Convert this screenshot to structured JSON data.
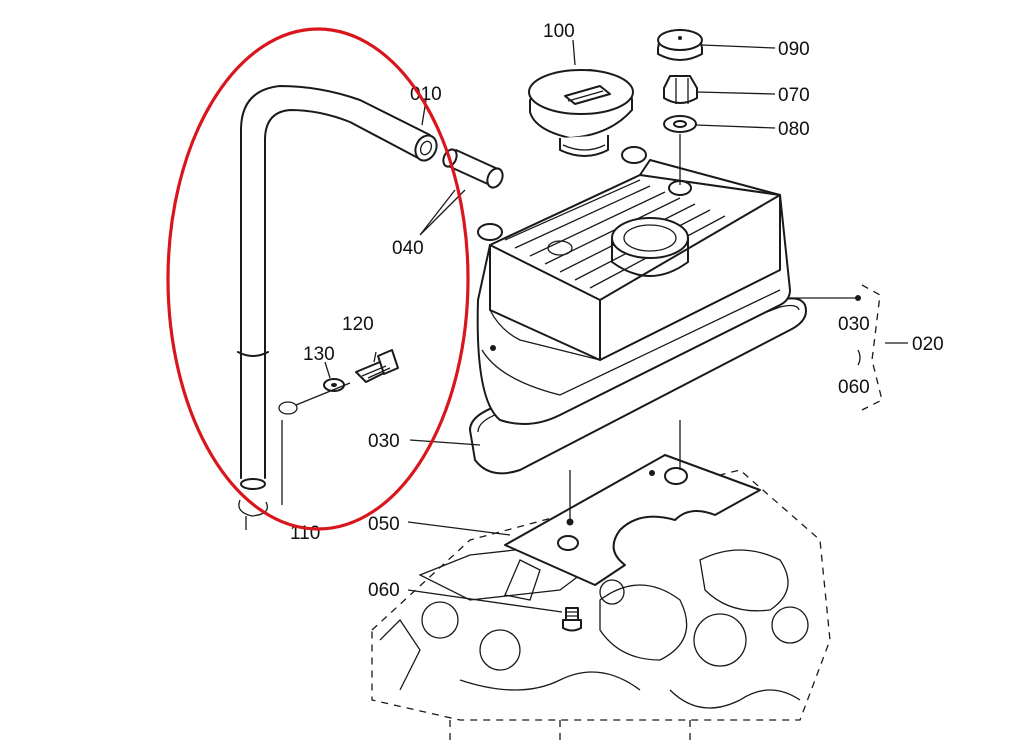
{
  "diagram": {
    "callouts": [
      {
        "id": "p100",
        "label": "100"
      },
      {
        "id": "p090",
        "label": "090"
      },
      {
        "id": "p070",
        "label": "070"
      },
      {
        "id": "p080",
        "label": "080"
      },
      {
        "id": "p010",
        "label": "010"
      },
      {
        "id": "p040",
        "label": "040"
      },
      {
        "id": "p120",
        "label": "120"
      },
      {
        "id": "p130",
        "label": "130"
      },
      {
        "id": "p030a",
        "label": "030"
      },
      {
        "id": "p020",
        "label": "020"
      },
      {
        "id": "p060a",
        "label": "060"
      },
      {
        "id": "p030b",
        "label": "030"
      },
      {
        "id": "p050",
        "label": "050"
      },
      {
        "id": "p060b",
        "label": "060"
      },
      {
        "id": "p110",
        "label": "110"
      }
    ],
    "highlight_color": "#d8161c",
    "line_color": "#1a1a1a"
  }
}
